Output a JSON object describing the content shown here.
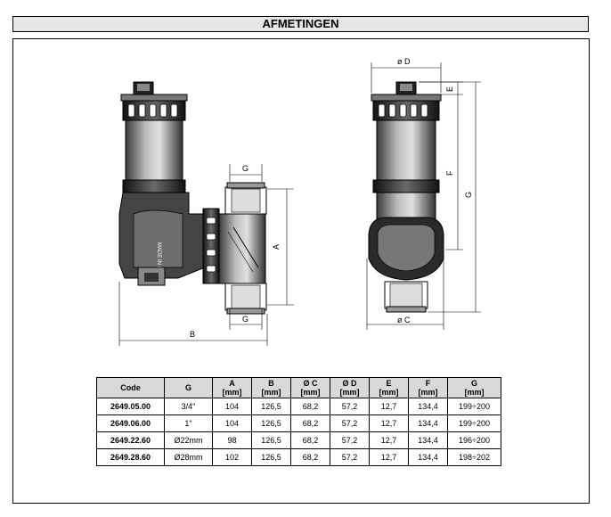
{
  "title": "AFMETINGEN",
  "drawing_labels": {
    "left": {
      "g_top": "G",
      "g_bottom": "G",
      "a": "A",
      "b": "B"
    },
    "right": {
      "d": "ø D",
      "e": "E",
      "f": "F",
      "g": "G",
      "c": "ø C"
    },
    "stamp": "MADE IN ITALY"
  },
  "table": {
    "headers": [
      {
        "top": "Code",
        "unit": ""
      },
      {
        "top": "G",
        "unit": ""
      },
      {
        "top": "A",
        "unit": "[mm]"
      },
      {
        "top": "B",
        "unit": "[mm]"
      },
      {
        "top": "Ø C",
        "unit": "[mm]"
      },
      {
        "top": "Ø D",
        "unit": "[mm]"
      },
      {
        "top": "E",
        "unit": "[mm]"
      },
      {
        "top": "F",
        "unit": "[mm]"
      },
      {
        "top": "G",
        "unit": "[mm]"
      }
    ],
    "rows": [
      [
        "2649.05.00",
        "3/4\"",
        "104",
        "126,5",
        "68,2",
        "57,2",
        "12,7",
        "134,4",
        "199÷200"
      ],
      [
        "2649.06.00",
        "1\"",
        "104",
        "126,5",
        "68,2",
        "57,2",
        "12,7",
        "134,4",
        "199÷200"
      ],
      [
        "2649.22.60",
        "Ø22mm",
        "98",
        "126,5",
        "68,2",
        "57,2",
        "12,7",
        "134,4",
        "196÷200"
      ],
      [
        "2649.28.60",
        "Ø28mm",
        "102",
        "126,5",
        "68,2",
        "57,2",
        "12,7",
        "134,4",
        "198÷202"
      ]
    ]
  }
}
